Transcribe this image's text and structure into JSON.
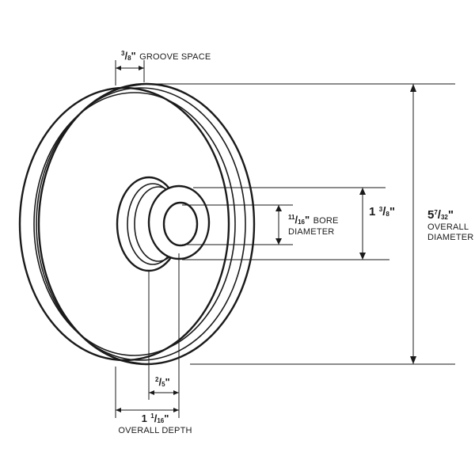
{
  "labels": {
    "groove_space": {
      "whole": "",
      "numerator": "3",
      "denominator": "8",
      "unit": "\"",
      "text": "GROOVE SPACE"
    },
    "bore_diameter": {
      "whole": "",
      "numerator": "11",
      "denominator": "16",
      "unit": "\"",
      "text_line1": "BORE",
      "text_line2": "DIAMETER"
    },
    "hub_diameter": {
      "whole": "1",
      "numerator": "3",
      "denominator": "8",
      "unit": "\""
    },
    "overall_diameter": {
      "whole": "5",
      "numerator": "7",
      "denominator": "32",
      "unit": "\"",
      "text_line1": "OVERALL",
      "text_line2": "DIAMETER"
    },
    "hub_depth": {
      "whole": "",
      "numerator": "2",
      "denominator": "5",
      "unit": "\""
    },
    "overall_depth": {
      "whole": "1",
      "numerator": "1",
      "denominator": "16",
      "unit": "\"",
      "text": "OVERALL DEPTH"
    }
  }
}
